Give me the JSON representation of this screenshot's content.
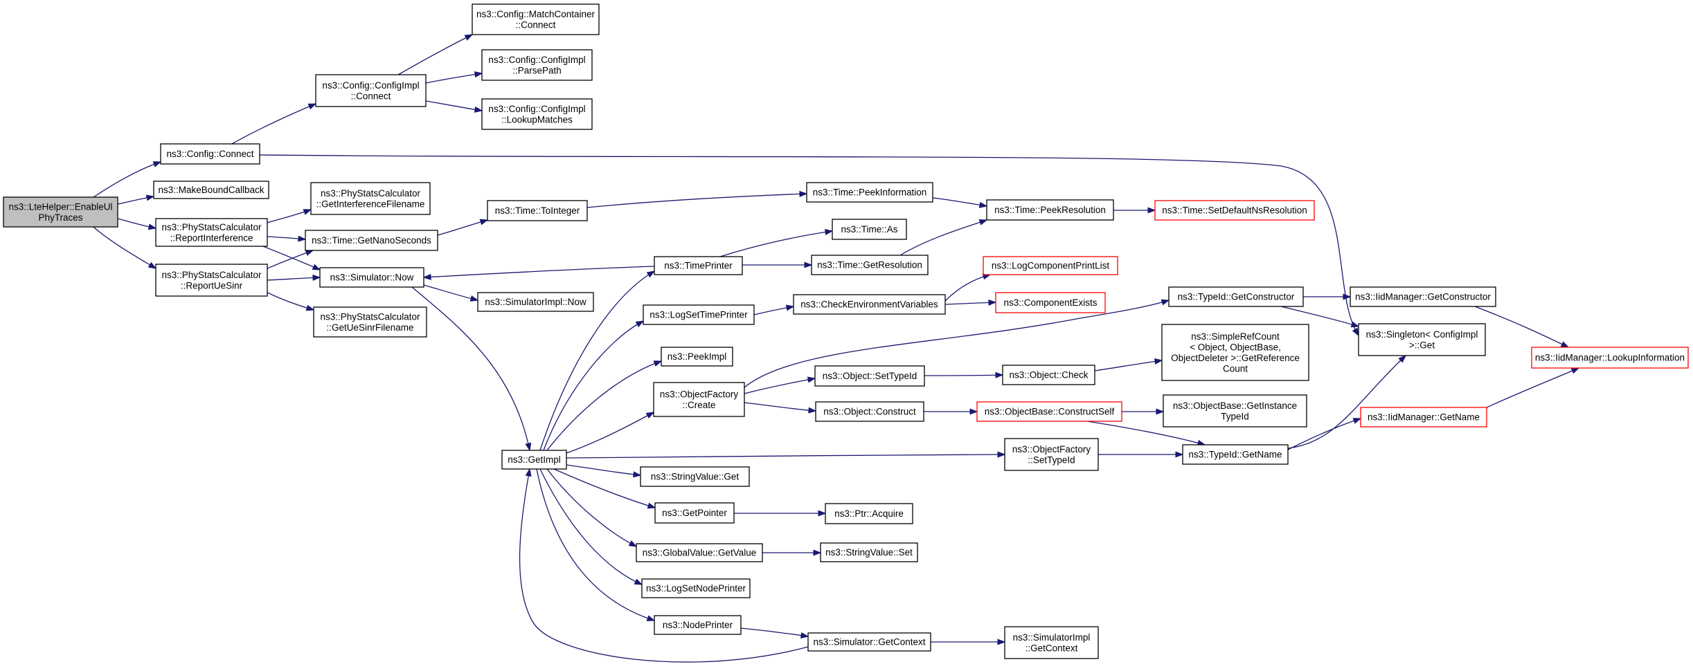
{
  "graph": {
    "colors": {
      "edge": "#191970",
      "border": "#000000",
      "truncated_border": "#ff0000",
      "root_fill": "#bfbfbf",
      "background": "#ffffff"
    },
    "nodes": [
      {
        "id": "root",
        "lines": [
          "ns3::LteHelper::EnableUl",
          "PhyTraces"
        ],
        "style": "root"
      },
      {
        "id": "config_connect",
        "lines": [
          "ns3::Config::Connect"
        ]
      },
      {
        "id": "makebound",
        "lines": [
          "ns3::MakeBoundCallback"
        ]
      },
      {
        "id": "psc_ri",
        "lines": [
          "ns3::PhyStatsCalculator",
          "::ReportInterference"
        ]
      },
      {
        "id": "psc_rus",
        "lines": [
          "ns3::PhyStatsCalculator",
          "::ReportUeSinr"
        ]
      },
      {
        "id": "cimpl_connect",
        "lines": [
          "ns3::Config::ConfigImpl",
          "::Connect"
        ]
      },
      {
        "id": "mc_connect",
        "lines": [
          "ns3::Config::MatchContainer",
          "::Connect"
        ]
      },
      {
        "id": "cimpl_parse",
        "lines": [
          "ns3::Config::ConfigImpl",
          "::ParsePath"
        ]
      },
      {
        "id": "cimpl_lookup",
        "lines": [
          "ns3::Config::ConfigImpl",
          "::LookupMatches"
        ]
      },
      {
        "id": "psc_gif",
        "lines": [
          "ns3::PhyStatsCalculator",
          "::GetInterferenceFilename"
        ]
      },
      {
        "id": "getnano",
        "lines": [
          "ns3::Time::GetNanoSeconds"
        ]
      },
      {
        "id": "sim_now",
        "lines": [
          "ns3::Simulator::Now"
        ]
      },
      {
        "id": "psc_gusf",
        "lines": [
          "ns3::PhyStatsCalculator",
          "::GetUeSinrFilename"
        ]
      },
      {
        "id": "time_toint",
        "lines": [
          "ns3::Time::ToInteger"
        ]
      },
      {
        "id": "simimpl_now",
        "lines": [
          "ns3::SimulatorImpl::Now"
        ]
      },
      {
        "id": "getimpl",
        "lines": [
          "ns3::GetImpl"
        ]
      },
      {
        "id": "timeprinter",
        "lines": [
          "ns3::TimePrinter"
        ]
      },
      {
        "id": "logsettp",
        "lines": [
          "ns3::LogSetTimePrinter"
        ]
      },
      {
        "id": "peekimpl",
        "lines": [
          "ns3::PeekImpl"
        ]
      },
      {
        "id": "objfac_create",
        "lines": [
          "ns3::ObjectFactory",
          "::Create"
        ]
      },
      {
        "id": "sv_get",
        "lines": [
          "ns3::StringValue::Get"
        ]
      },
      {
        "id": "getpointer",
        "lines": [
          "ns3::GetPointer"
        ]
      },
      {
        "id": "gv_getvalue",
        "lines": [
          "ns3::GlobalValue::GetValue"
        ]
      },
      {
        "id": "logsetnp",
        "lines": [
          "ns3::LogSetNodePrinter"
        ]
      },
      {
        "id": "nodeprinter",
        "lines": [
          "ns3::NodePrinter"
        ]
      },
      {
        "id": "time_peekinfo",
        "lines": [
          "ns3::Time::PeekInformation"
        ]
      },
      {
        "id": "time_as",
        "lines": [
          "ns3::Time::As"
        ]
      },
      {
        "id": "time_getres",
        "lines": [
          "ns3::Time::GetResolution"
        ]
      },
      {
        "id": "checkenv",
        "lines": [
          "ns3::CheckEnvironmentVariables"
        ]
      },
      {
        "id": "obj_settid",
        "lines": [
          "ns3::Object::SetTypeId"
        ]
      },
      {
        "id": "obj_construct",
        "lines": [
          "ns3::Object::Construct"
        ]
      },
      {
        "id": "ptr_acquire",
        "lines": [
          "ns3::Ptr::Acquire"
        ]
      },
      {
        "id": "sv_set",
        "lines": [
          "ns3::StringValue::Set"
        ]
      },
      {
        "id": "sim_getctx",
        "lines": [
          "ns3::Simulator::GetContext"
        ]
      },
      {
        "id": "time_peekres",
        "lines": [
          "ns3::Time::PeekResolution"
        ]
      },
      {
        "id": "logcpl",
        "lines": [
          "ns3::LogComponentPrintList"
        ],
        "style": "red"
      },
      {
        "id": "compexists",
        "lines": [
          "ns3::ComponentExists"
        ],
        "style": "red"
      },
      {
        "id": "obj_check",
        "lines": [
          "ns3::Object::Check"
        ]
      },
      {
        "id": "ob_cs",
        "lines": [
          "ns3::ObjectBase::ConstructSelf"
        ],
        "style": "red"
      },
      {
        "id": "objfac_settid",
        "lines": [
          "ns3::ObjectFactory",
          "::SetTypeId"
        ]
      },
      {
        "id": "simimpl_getctx",
        "lines": [
          "ns3::SimulatorImpl",
          "::GetContext"
        ]
      },
      {
        "id": "time_setdef",
        "lines": [
          "ns3::Time::SetDefaultNsResolution"
        ],
        "style": "red"
      },
      {
        "id": "typeid_getctor",
        "lines": [
          "ns3::TypeId::GetConstructor"
        ]
      },
      {
        "id": "srcount",
        "lines": [
          "ns3::SimpleRefCount",
          "< Object, ObjectBase,",
          "ObjectDeleter >::GetReference",
          "Count"
        ]
      },
      {
        "id": "ob_getinst",
        "lines": [
          "ns3::ObjectBase::GetInstance",
          "TypeId"
        ]
      },
      {
        "id": "typeid_getname",
        "lines": [
          "ns3::TypeId::GetName"
        ]
      },
      {
        "id": "iid_getctor",
        "lines": [
          "ns3::IidManager::GetConstructor"
        ]
      },
      {
        "id": "singleton_get",
        "lines": [
          "ns3::Singleton< ConfigImpl",
          ">::Get"
        ]
      },
      {
        "id": "iid_getname",
        "lines": [
          "ns3::IidManager::GetName"
        ],
        "style": "red"
      },
      {
        "id": "iid_lookup",
        "lines": [
          "ns3::IidManager::LookupInformation"
        ],
        "style": "red"
      }
    ]
  }
}
